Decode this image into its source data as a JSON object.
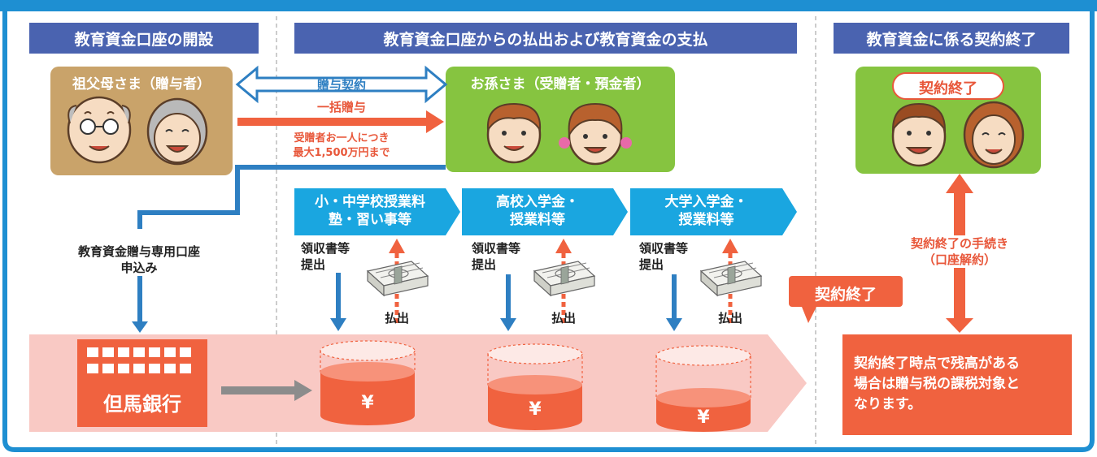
{
  "headers": {
    "opening": "教育資金口座の開設",
    "withdrawal": "教育資金口座からの払出および教育資金の支払",
    "termination": "教育資金に係る契約終了"
  },
  "grandparents_label": "祖父母さま（贈与者）",
  "grandchild_label": "お孫さま（受贈者・預金者）",
  "gift_contract_label": "贈与契約",
  "lump_sum_gift_label": "一括贈与",
  "limit_note": [
    "受贈者お一人につき",
    "最大1,500万円まで"
  ],
  "account_application": [
    "教育資金贈与専用口座",
    "申込み"
  ],
  "bank_name": "但馬銀行",
  "expense_stages": [
    {
      "line1": "小・中学校授業料",
      "line2": "塾・習い事等"
    },
    {
      "line1": "高校入学金・",
      "line2": "授業料等"
    },
    {
      "line1": "大学入学金・",
      "line2": "授業料等"
    }
  ],
  "receipt_label": [
    "領収書等",
    "提出"
  ],
  "withdraw_label": "払出",
  "yen_symbol": "¥",
  "termination_badge": "契約終了",
  "termination_box_label": "契約終了",
  "termination_procedure": [
    "契約終了の手続き",
    "（口座解約）"
  ],
  "tax_note": [
    "契約終了時点で残高がある",
    "場合は贈与税の課税対象と",
    "なります。"
  ],
  "colors": {
    "frame_blue": "#1e8fd2",
    "header_blue": "#4a63b0",
    "accent_orange": "#f0623f",
    "green": "#86c440",
    "tan": "#c9a36a",
    "pink_band": "#f9c9c4",
    "arrow_blue": "#2e7fc2",
    "step_cyan": "#1aa6e0"
  },
  "icons": [
    "grandfather-face-icon",
    "grandmother-face-icon",
    "boy-face-icon",
    "girl-face-icon",
    "man-face-icon",
    "woman-face-icon",
    "cash-bundle-icon",
    "bank-building-icon",
    "savings-cylinder-icon"
  ]
}
